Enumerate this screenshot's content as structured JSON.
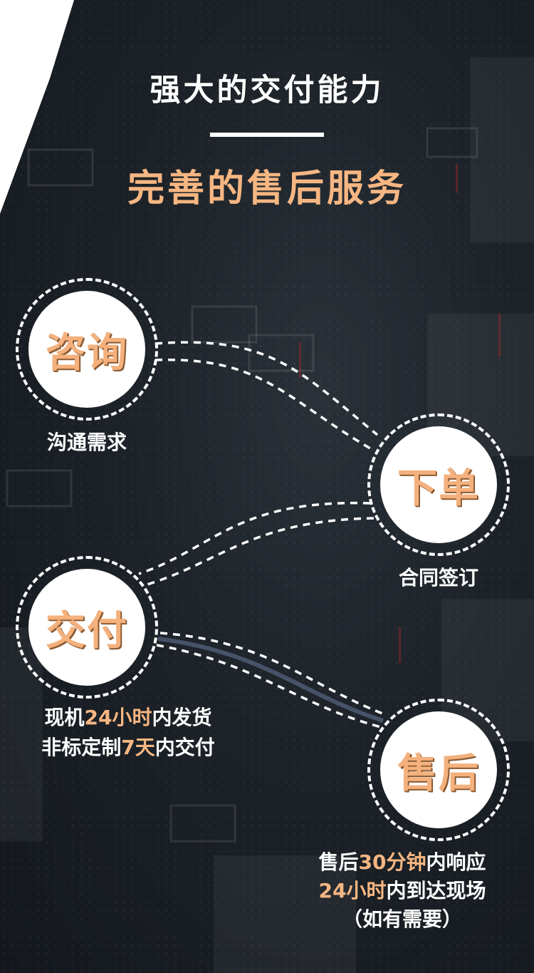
{
  "header": {
    "title": "强大的交付能力",
    "subtitle": "完善的售后服务"
  },
  "steps": [
    {
      "label": "咨询",
      "caption": "沟通需求"
    },
    {
      "label": "下单",
      "caption": "合同签订"
    },
    {
      "label": "交付",
      "caption_lines": [
        {
          "a": "现机",
          "b": "24小时",
          "c": "内发货"
        },
        {
          "a": "非标定制",
          "b": "7天",
          "c": "内交付"
        }
      ]
    },
    {
      "label": "售后",
      "caption_lines": [
        {
          "a": "售后",
          "b": "30分钟",
          "c": "内响应"
        },
        {
          "a": "",
          "b": "24小时",
          "c": "内到达现场"
        },
        {
          "a": "（如有需要）",
          "b": "",
          "c": ""
        }
      ]
    }
  ],
  "colors": {
    "accent": "#f6b682",
    "background": "#1c2228",
    "text": "#ffffff"
  }
}
